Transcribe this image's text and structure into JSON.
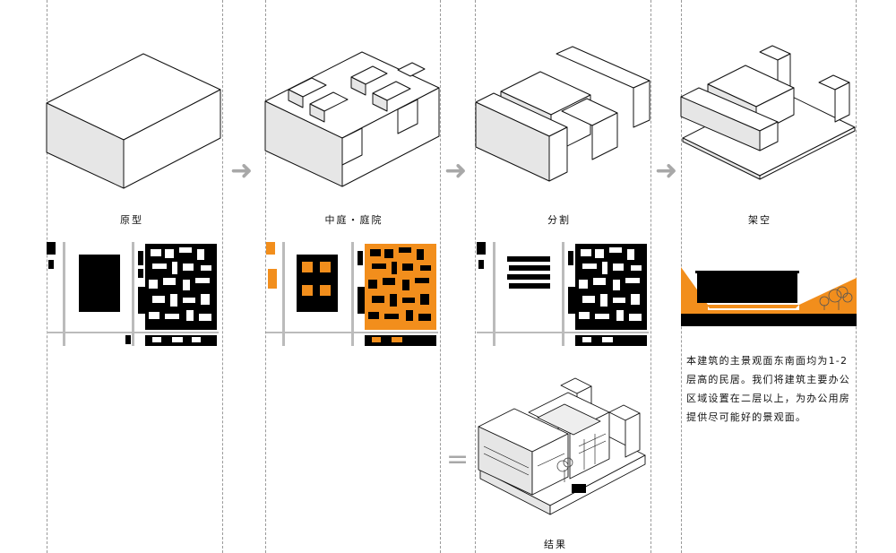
{
  "stages": [
    {
      "label": "原型"
    },
    {
      "label": "中庭・庭院"
    },
    {
      "label": "分割"
    },
    {
      "label": "架空"
    }
  ],
  "result": {
    "label": "结果"
  },
  "description": "本建筑的主景观面东南面均为1-2\n层高的民居。我们将建筑主要办公\n区域设置在二层以上，为办公用房\n提供尽可能好的景观面。",
  "symbols": {
    "arrow": "➜",
    "equals": "="
  },
  "colors": {
    "accent": "#f28e1c",
    "black": "#000000",
    "line": "#9a9a9a",
    "arrow": "#a8a8a8"
  }
}
